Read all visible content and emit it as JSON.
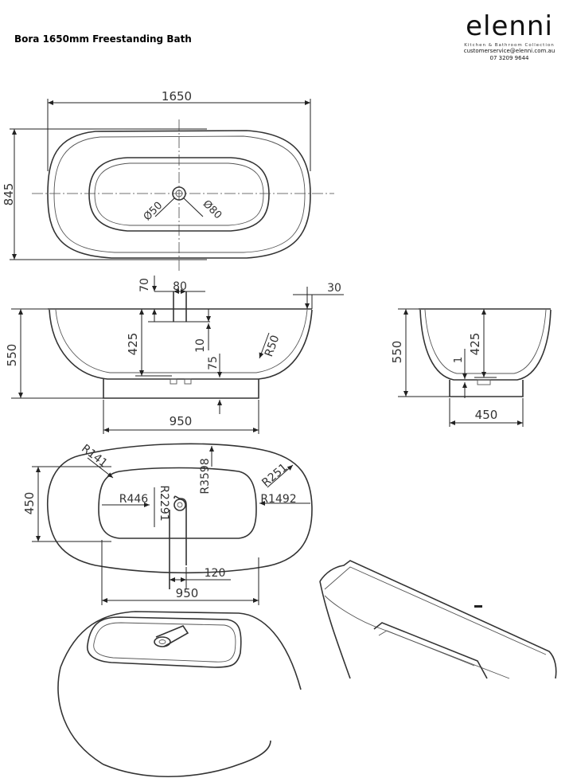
{
  "header": {
    "title": "Bora 1650mm Freestanding Bath",
    "brand_name": "elenni",
    "brand_tagline": "Kitchen & Bathroom Collection",
    "email": "customerservice@elenni.com.au",
    "phone": "07 3209 9644"
  },
  "top_view": {
    "length": "1650",
    "width": "845",
    "waste_diameter": "Ø50",
    "outlet_diameter": "Ø80"
  },
  "side_view": {
    "waste_offset": "80",
    "waste_height": "70",
    "rim_thickness": "30",
    "height": "550",
    "inner_depth": "425",
    "waste_drop": "10",
    "base_height": "75",
    "edge_radius": "R50",
    "base_length": "950"
  },
  "end_view": {
    "height": "550",
    "inner_depth": "425",
    "base_step": "1",
    "base_width": "450"
  },
  "plan_view": {
    "corner_radius": "R141",
    "inner_radius": "R446",
    "curve_radius": "R2291",
    "top_radius": "R3598",
    "outer_corner_radius": "R251",
    "side_radius": "R1492",
    "width": "450",
    "drain_width": "120",
    "base_length": "950"
  },
  "colors": {
    "line": "#333333",
    "background": "#ffffff"
  }
}
